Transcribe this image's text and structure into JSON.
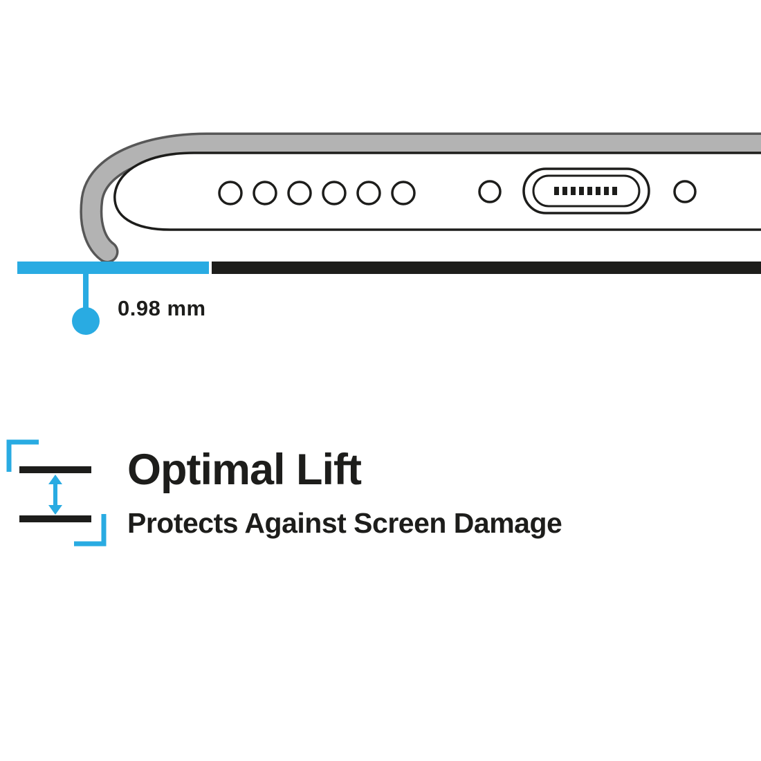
{
  "graphic": {
    "kind": "phone-case-feature-diagram",
    "measurement": {
      "value": "0.98 mm"
    },
    "feature": {
      "title": "Optimal Lift",
      "subtitle": "Protects Against Screen Damage"
    },
    "icons": [
      "phone-bottom-edge-in-case-icon",
      "speaker-hole-icon",
      "charging-port-icon",
      "screw-hole-icon",
      "lift-distance-arrows-icon"
    ],
    "colors": {
      "accent": "#29ABE2",
      "ink": "#1D1D1B",
      "case_gray": "#B3B3B3",
      "case_outline": "#575757",
      "background": "#FFFFFF"
    }
  }
}
